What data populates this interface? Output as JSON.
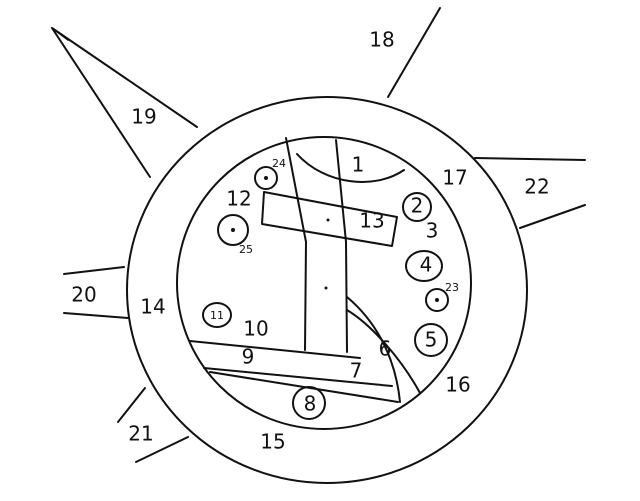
{
  "labels": {
    "l1": "1",
    "l2": "2",
    "l3": "3",
    "l4": "4",
    "l5": "5",
    "l6": "6",
    "l7": "7",
    "l8": "8",
    "l9": "9",
    "l10": "10",
    "l11": "11",
    "l12": "12",
    "l13": "13",
    "l14": "14",
    "l15": "15",
    "l16": "16",
    "l17": "17",
    "l18": "18",
    "l19": "19",
    "l20": "20",
    "l21": "21",
    "l22": "22",
    "l23": "23",
    "l24": "24",
    "l25": "25"
  },
  "colors": {
    "ink": "#111111",
    "paper": "#ffffff"
  }
}
